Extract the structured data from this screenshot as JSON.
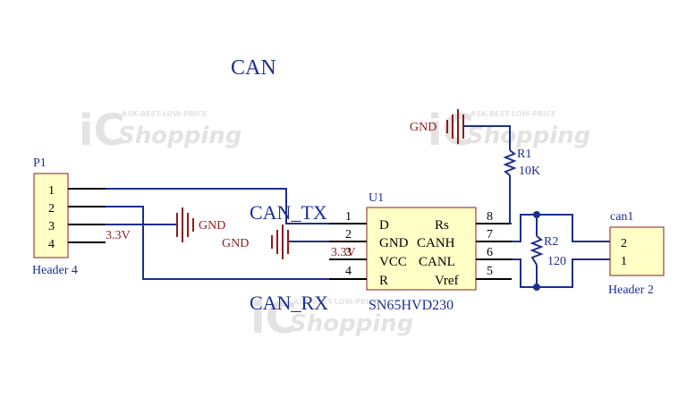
{
  "title": "CAN",
  "watermark": {
    "brand": "iC",
    "main": "Shopping",
    "tagline": "ASK-BEST-LOW-PRICE"
  },
  "nets": {
    "can_tx": "CAN_TX",
    "can_rx": "CAN_RX",
    "v33": "3.3V",
    "gnd": "GND"
  },
  "header_p1": {
    "ref": "P1",
    "value": "Header 4",
    "pins": [
      "1",
      "2",
      "3",
      "4"
    ]
  },
  "header_can1": {
    "ref": "can1",
    "value": "Header 2",
    "pins": [
      "2",
      "1"
    ]
  },
  "u1": {
    "ref": "U1",
    "part": "SN65HVD230",
    "left_pins": [
      {
        "num": "1",
        "name": "D"
      },
      {
        "num": "2",
        "name": "GND"
      },
      {
        "num": "3",
        "name": "VCC"
      },
      {
        "num": "4",
        "name": "R"
      }
    ],
    "right_pins": [
      {
        "num": "8",
        "name": "Rs"
      },
      {
        "num": "7",
        "name": "CANH"
      },
      {
        "num": "6",
        "name": "CANL"
      },
      {
        "num": "5",
        "name": "Vref"
      }
    ]
  },
  "r1": {
    "ref": "R1",
    "value": "10K"
  },
  "r2": {
    "ref": "R2",
    "value": "120"
  },
  "colors": {
    "wire": "#1c2f8f",
    "pin": "#000000",
    "power": "#8e1b1b",
    "ic_fill": "#ffffc6",
    "ic_border": "#8e1b1b"
  }
}
